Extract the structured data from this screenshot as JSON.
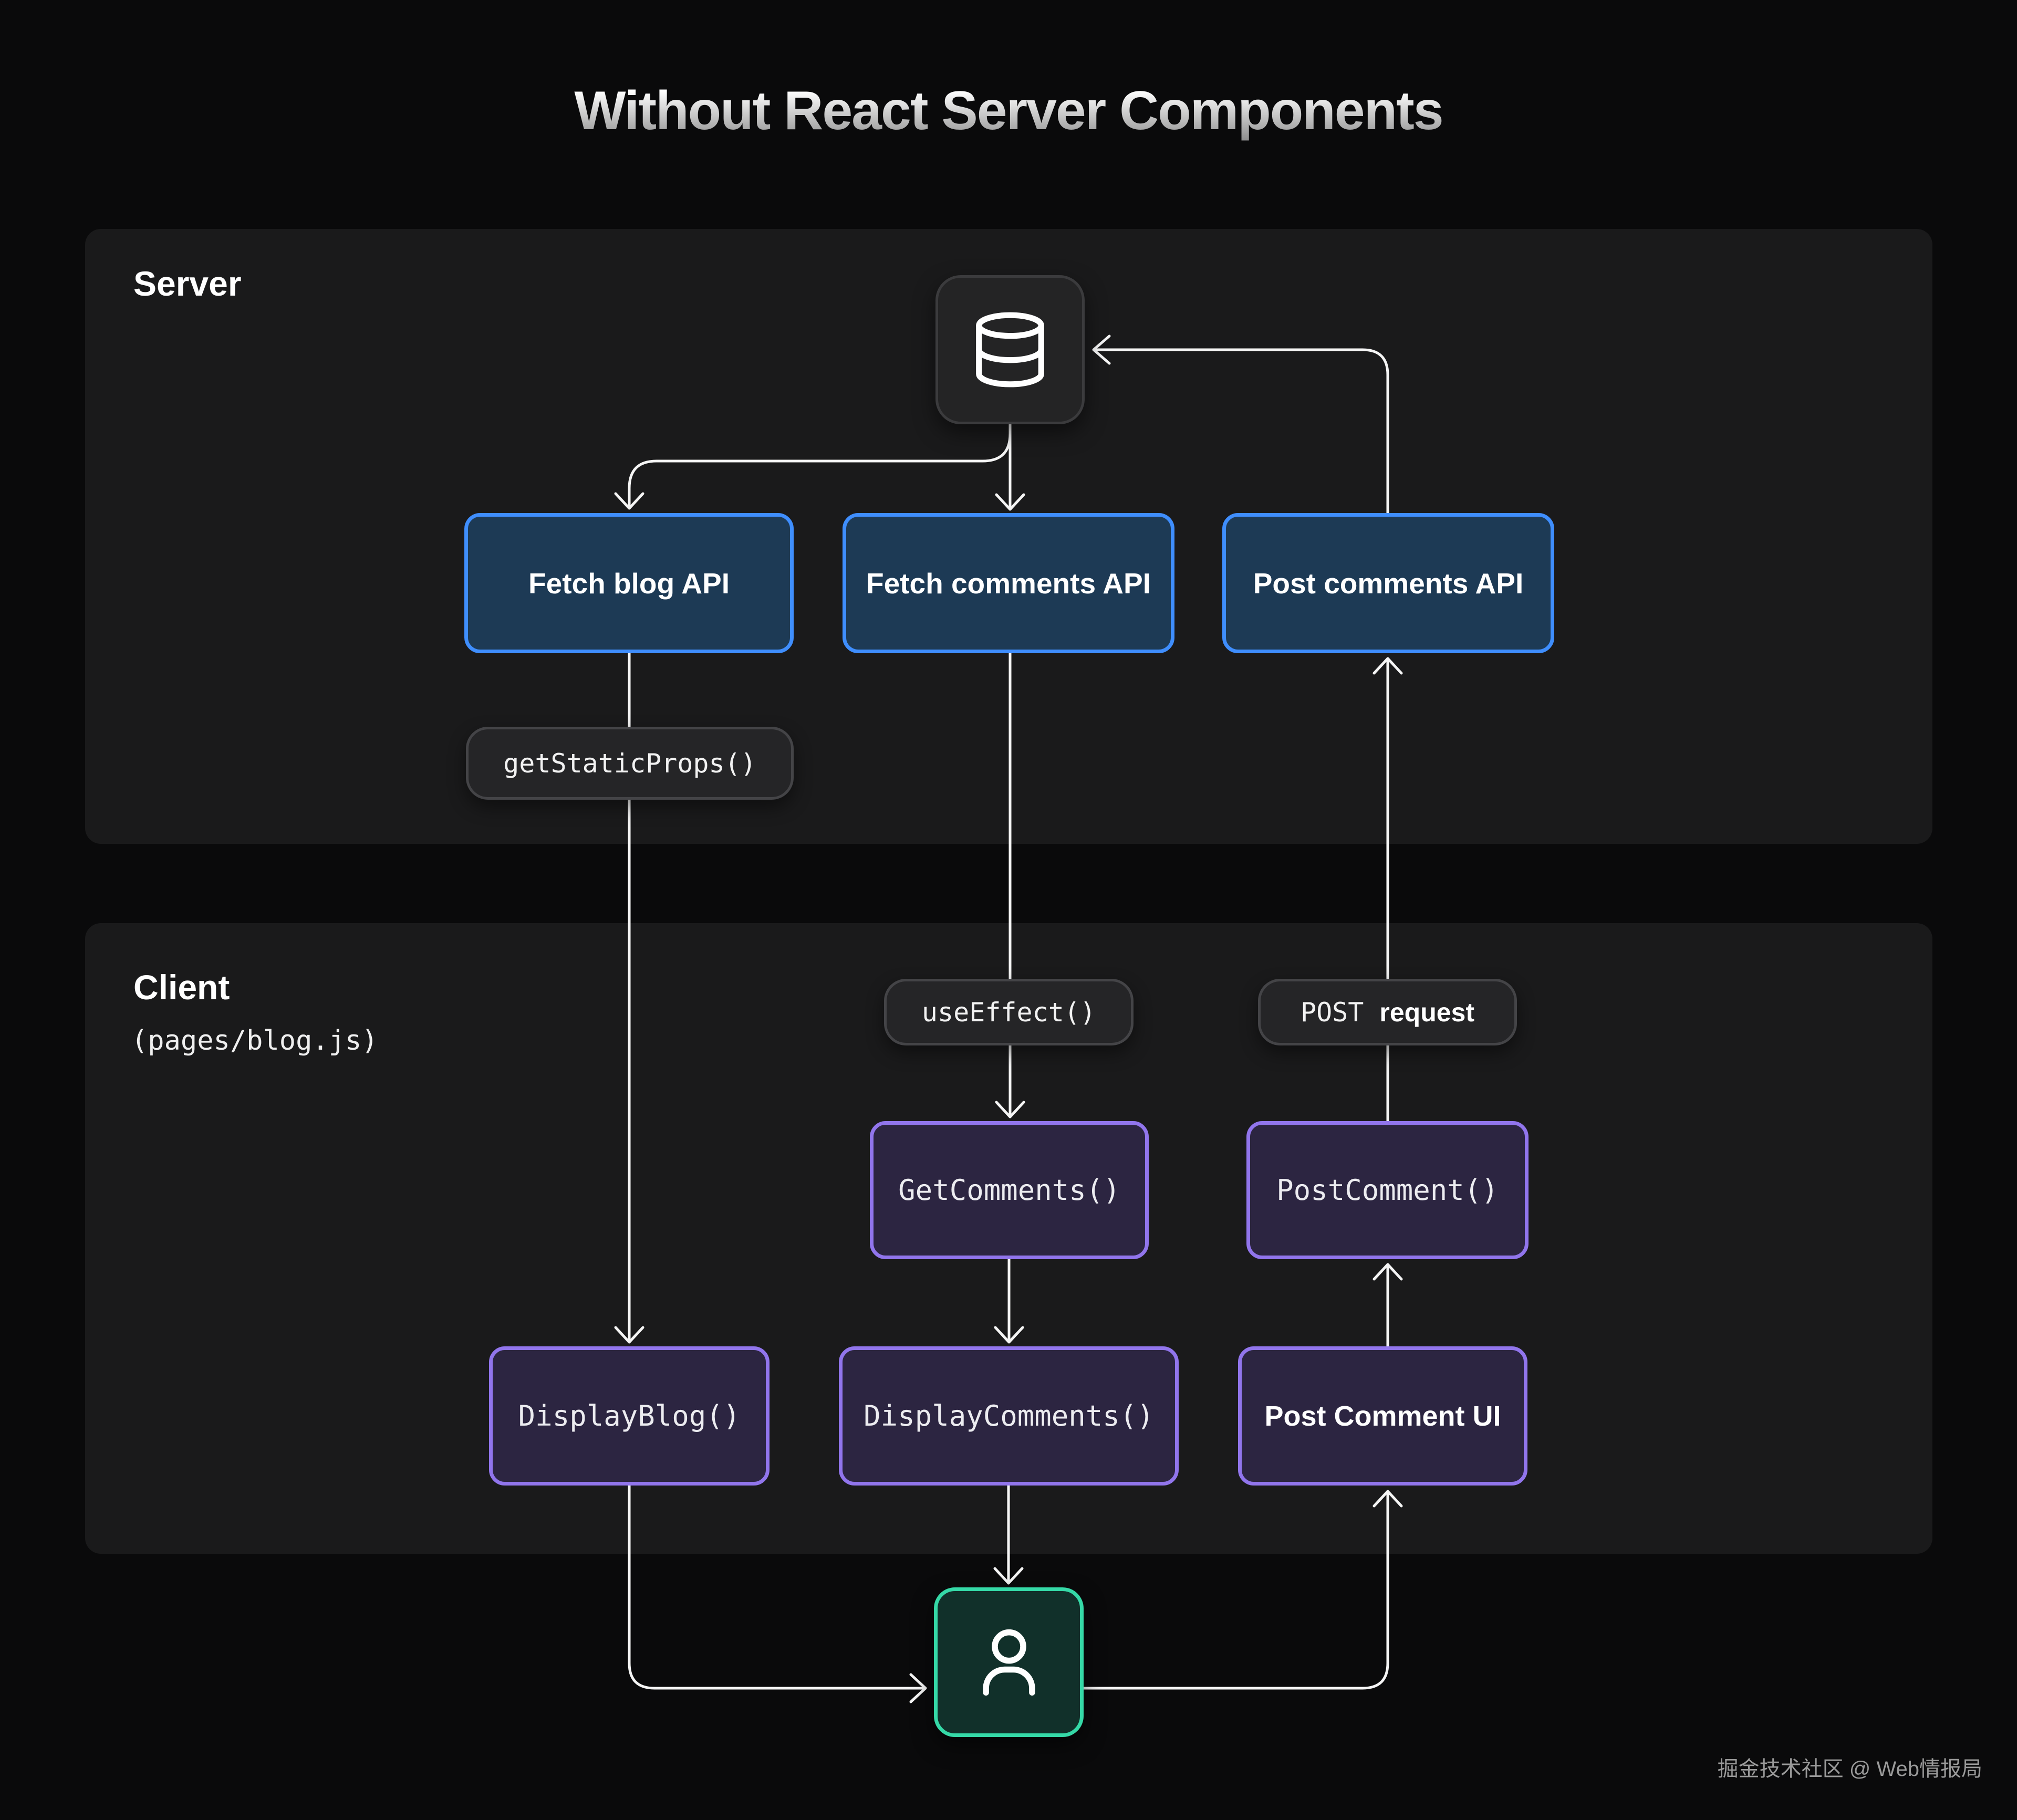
{
  "title": "Without React Server Components",
  "watermark": "掘金技术社区 @ Web情报局",
  "colors": {
    "background": "#0a0a0b",
    "panel": "#1a1a1b",
    "blue_border": "#3f8efd",
    "blue_fill": "#1d3a55",
    "purple_border": "#9175ec",
    "purple_fill": "#2c2541",
    "teal_border": "#35d9a7",
    "teal_fill": "#11302a",
    "pill_fill": "#252527",
    "pill_border": "#444447",
    "line": "#f5f5f5"
  },
  "server": {
    "label": "Server",
    "nodes": {
      "database_icon": "database-icon",
      "fetch_blog": "Fetch blog API",
      "fetch_comments": "Fetch comments API",
      "post_comments": "Post comments API",
      "get_static_props": "getStaticProps()"
    }
  },
  "client": {
    "label": "Client",
    "sublabel": "(pages/blog.js)",
    "nodes": {
      "use_effect": "useEffect()",
      "post_request_prefix": "POST",
      "post_request_suffix": "request",
      "get_comments": "GetComments()",
      "post_comment": "PostComment()",
      "display_blog": "DisplayBlog()",
      "display_comments": "DisplayComments()",
      "post_comment_ui": "Post Comment UI",
      "user_icon": "user-icon"
    }
  }
}
